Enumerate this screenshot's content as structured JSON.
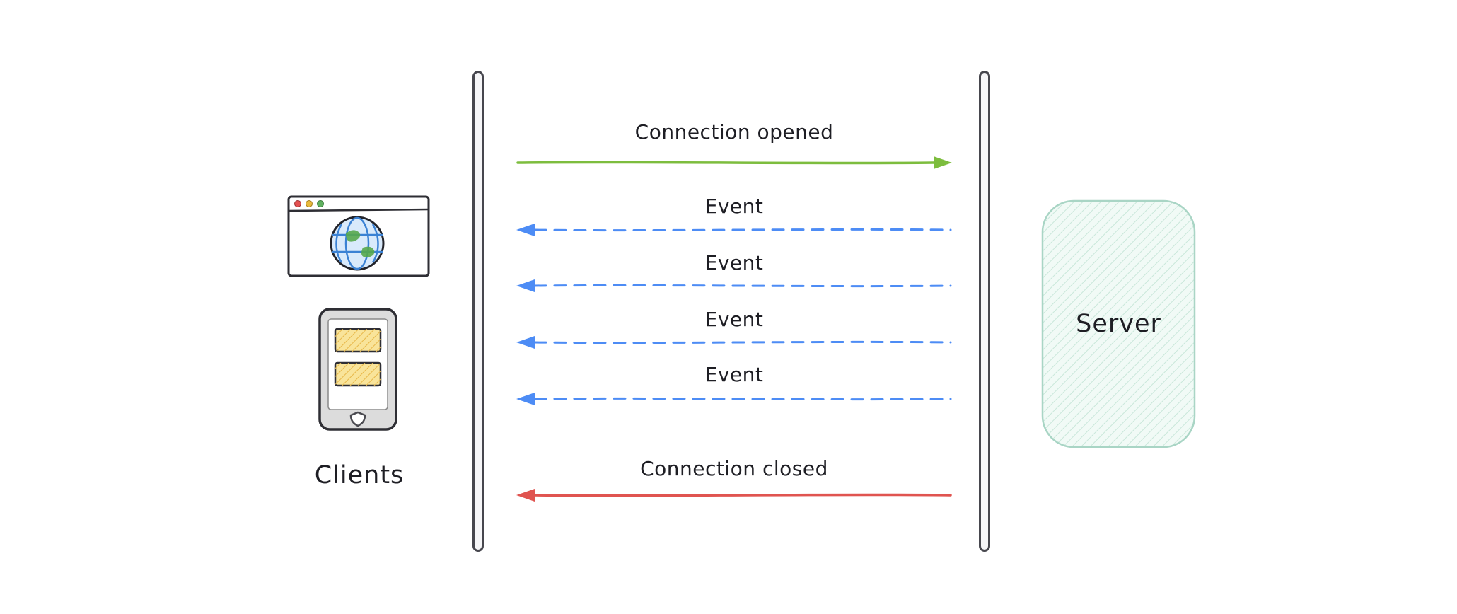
{
  "diagram": {
    "type": "sequence-diagram",
    "background": "#ffffff",
    "clients_label": "Clients",
    "server_label": "Server",
    "messages": [
      {
        "label": "Connection opened",
        "direction": "left-to-right",
        "line_style": "solid",
        "color": "#7dbd3e"
      },
      {
        "label": "Event",
        "direction": "right-to-left",
        "line_style": "dashed",
        "color": "#4d8cf5"
      },
      {
        "label": "Event",
        "direction": "right-to-left",
        "line_style": "dashed",
        "color": "#4d8cf5"
      },
      {
        "label": "Event",
        "direction": "right-to-left",
        "line_style": "dashed",
        "color": "#4d8cf5"
      },
      {
        "label": "Event",
        "direction": "right-to-left",
        "line_style": "dashed",
        "color": "#4d8cf5"
      },
      {
        "label": "Connection closed",
        "direction": "right-to-left",
        "line_style": "solid",
        "color": "#e05450"
      }
    ],
    "colors": {
      "lifeline_border": "#47474e",
      "lifeline_fill": "#f6f6f8",
      "server_fill": "#f1faf6",
      "server_hatch": "#c9e7da",
      "server_border": "#a9d5c5",
      "text": "#1e1e24"
    },
    "icons": [
      "browser-window-icon",
      "mobile-phone-icon"
    ]
  }
}
